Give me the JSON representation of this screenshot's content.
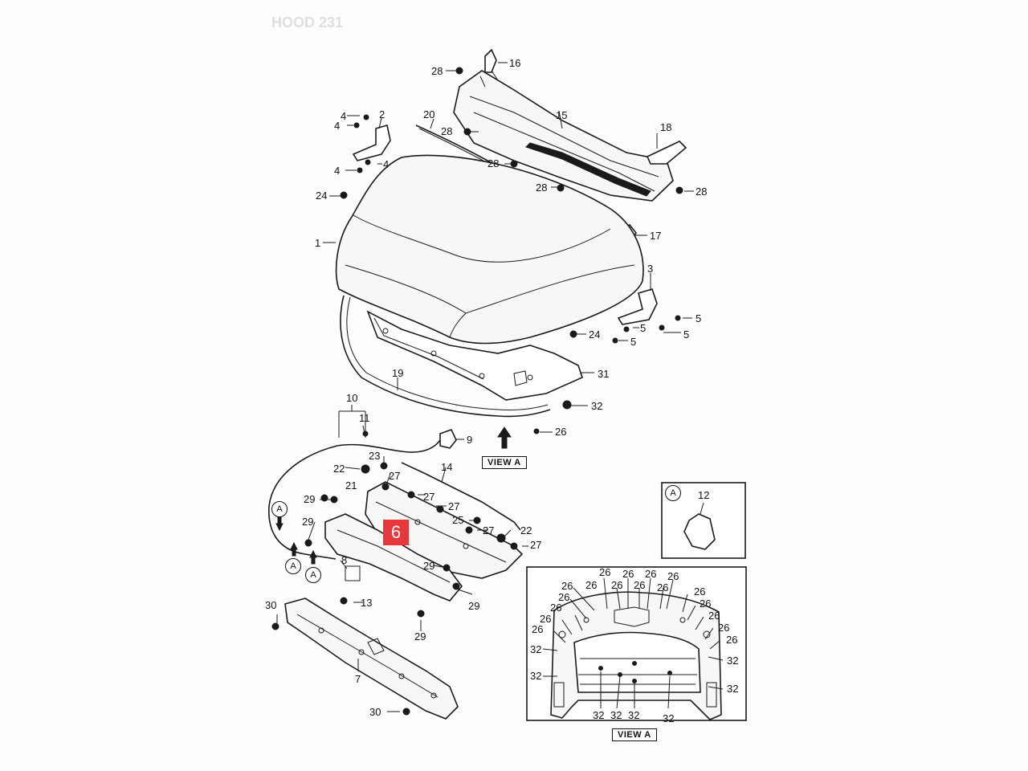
{
  "header_code": "HOOD 231",
  "badge": "6",
  "circle_a": "A",
  "view_label": "VIEW A",
  "labels": {
    "p1": "1",
    "p2": "2",
    "p3": "3",
    "p4": "4",
    "p5": "5",
    "p7": "7",
    "p8": "8",
    "p9": "9",
    "p10": "10",
    "p11": "11",
    "p12": "12",
    "p13": "13",
    "p14": "14",
    "p15": "15",
    "p16": "16",
    "p17": "17",
    "p18": "18",
    "p19": "19",
    "p20": "20",
    "p21": "21",
    "p22": "22",
    "p23": "23",
    "p24": "24",
    "p25": "25",
    "p26": "26",
    "p27": "27",
    "p28": "28",
    "p29": "29",
    "p30": "30",
    "p31": "31",
    "p32": "32"
  }
}
